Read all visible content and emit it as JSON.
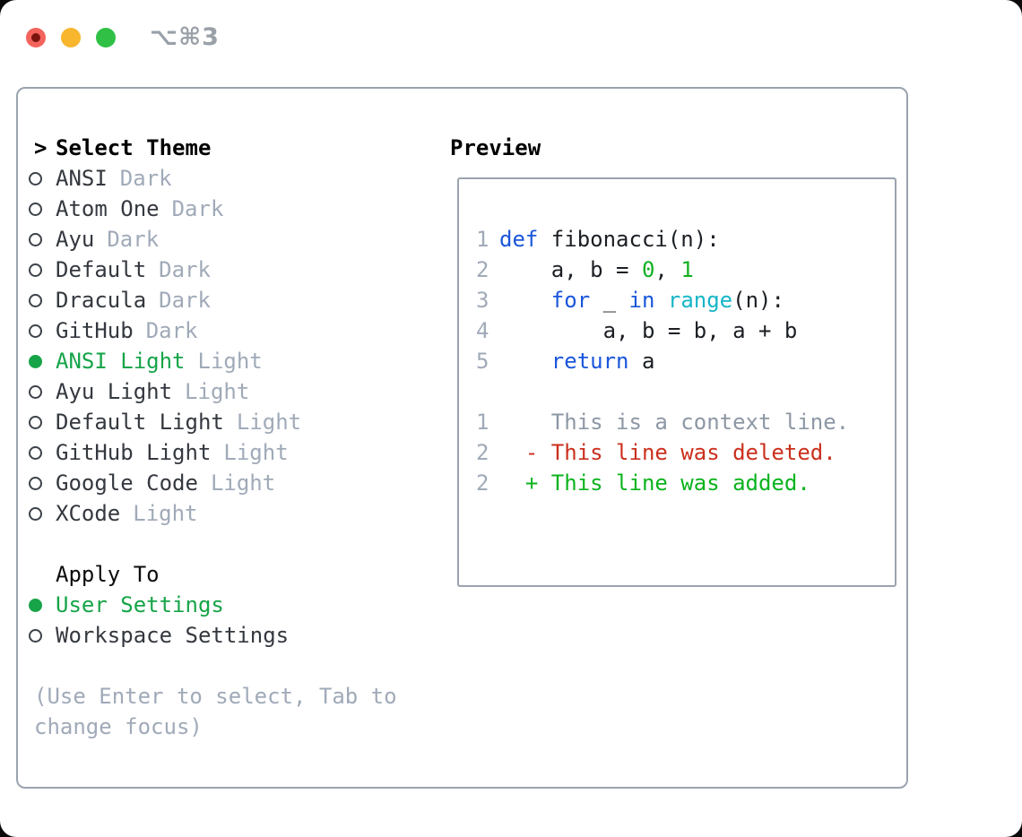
{
  "window": {
    "title": "⌥⌘3"
  },
  "theme_selector": {
    "prompt": ">",
    "header": "Select Theme",
    "items": [
      {
        "label": "ANSI",
        "badge": "Dark",
        "selected": false
      },
      {
        "label": "Atom One",
        "badge": "Dark",
        "selected": false
      },
      {
        "label": "Ayu",
        "badge": "Dark",
        "selected": false
      },
      {
        "label": "Default",
        "badge": "Dark",
        "selected": false
      },
      {
        "label": "Dracula",
        "badge": "Dark",
        "selected": false
      },
      {
        "label": "GitHub",
        "badge": "Dark",
        "selected": false
      },
      {
        "label": "ANSI Light",
        "badge": "Light",
        "selected": true
      },
      {
        "label": "Ayu Light",
        "badge": "Light",
        "selected": false
      },
      {
        "label": "Default Light",
        "badge": "Light",
        "selected": false
      },
      {
        "label": "GitHub Light",
        "badge": "Light",
        "selected": false
      },
      {
        "label": "Google Code",
        "badge": "Light",
        "selected": false
      },
      {
        "label": "XCode",
        "badge": "Light",
        "selected": false
      }
    ]
  },
  "apply_to": {
    "header": "Apply To",
    "items": [
      {
        "label": "User Settings",
        "selected": true
      },
      {
        "label": "Workspace Settings",
        "selected": false
      }
    ]
  },
  "hint": "(Use Enter to select, Tab to change focus)",
  "preview": {
    "header": "Preview",
    "code_lines": [
      {
        "num": "1",
        "segments": [
          [
            "def",
            "kw"
          ],
          [
            " fibonacci(n):",
            "fg"
          ]
        ]
      },
      {
        "num": "2",
        "segments": [
          [
            "    a, b = ",
            "fg"
          ],
          [
            "0",
            "num"
          ],
          [
            ", ",
            "fg"
          ],
          [
            "1",
            "num"
          ]
        ]
      },
      {
        "num": "3",
        "segments": [
          [
            "    ",
            "fg"
          ],
          [
            "for",
            "kw"
          ],
          [
            " _ ",
            "fg"
          ],
          [
            "in",
            "kw"
          ],
          [
            " ",
            "fg"
          ],
          [
            "range",
            "fn"
          ],
          [
            "(n):",
            "fg"
          ]
        ]
      },
      {
        "num": "4",
        "segments": [
          [
            "        a, b = b, a + b",
            "fg"
          ]
        ]
      },
      {
        "num": "5",
        "segments": [
          [
            "    ",
            "fg"
          ],
          [
            "return",
            "kw"
          ],
          [
            " a",
            "fg"
          ]
        ]
      }
    ],
    "diff_lines": [
      {
        "num": "1",
        "segments": [
          [
            "    This is a context line.",
            "ctx"
          ]
        ]
      },
      {
        "num": "2",
        "segments": [
          [
            "  - This line was deleted.",
            "del"
          ]
        ]
      },
      {
        "num": "2",
        "segments": [
          [
            "  + This line was added.",
            "add"
          ]
        ]
      }
    ]
  },
  "colors": {
    "selected_green": "#17a449",
    "keyword_blue": "#1a56db",
    "builtin_cyan": "#16b5c8",
    "number_green": "#12b022",
    "diff_added_green": "#0bb31e",
    "diff_deleted_red": "#cb2f1d",
    "diff_context_gray": "#8d97a4",
    "muted_gray": "#a0aab8",
    "text_dark": "#34383f",
    "code_text": "#1b1f24",
    "border_gray": "#9aa3ae",
    "radio_ring": "#3d424a",
    "title_gray": "#9aa0a8",
    "traffic_close": "#f4635c",
    "traffic_close_dot": "#7a150e",
    "traffic_minimize": "#f8b62f",
    "traffic_zoom": "#30c046"
  }
}
